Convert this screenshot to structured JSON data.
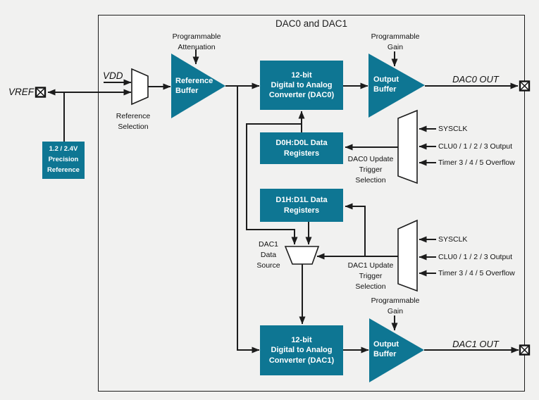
{
  "title": "DAC0 and DAC1",
  "colors": {
    "accent_teal": "#0E7693",
    "line": "#1C1C1C",
    "background": "#F1F1F0",
    "block_text": "#FFFFFF"
  },
  "icons": {
    "pin": "crossed-box-pin-icon"
  },
  "pins": {
    "vref": "VREF",
    "vdd": "VDD",
    "dac0_out": "DAC0 OUT",
    "dac1_out": "DAC1 OUT"
  },
  "blocks": {
    "precision_reference": "1.2 / 2.4V\nPrecision\nReference",
    "reference_buffer": "Reference\nBuffer",
    "dac0_converter": "12-bit\nDigital to Analog\nConverter (DAC0)",
    "d0_registers": "D0H:D0L Data\nRegisters",
    "d1_registers": "D1H:D1L Data\nRegisters",
    "dac1_converter": "12-bit\nDigital to Analog\nConverter (DAC1)",
    "output_buffer_dac0": "Output\nBuffer",
    "output_buffer_dac1": "Output\nBuffer"
  },
  "annotations": {
    "programmable_attenuation": "Programmable\nAttenuation",
    "programmable_gain_dac0": "Programmable\nGain",
    "programmable_gain_dac1": "Programmable\nGain",
    "reference_selection": "Reference\nSelection",
    "dac0_update_trigger": "DAC0 Update\nTrigger\nSelection",
    "dac1_update_trigger": "DAC1 Update\nTrigger\nSelection",
    "dac1_data_source": "DAC1\nData\nSource"
  },
  "trigger_inputs_dac0": [
    "SYSCLK",
    "CLU0 / 1 / 2 / 3 Output",
    "Timer 3 / 4 / 5 Overflow"
  ],
  "trigger_inputs_dac1": [
    "SYSCLK",
    "CLU0 / 1 / 2 / 3 Output",
    "Timer 3 / 4 / 5 Overflow"
  ]
}
